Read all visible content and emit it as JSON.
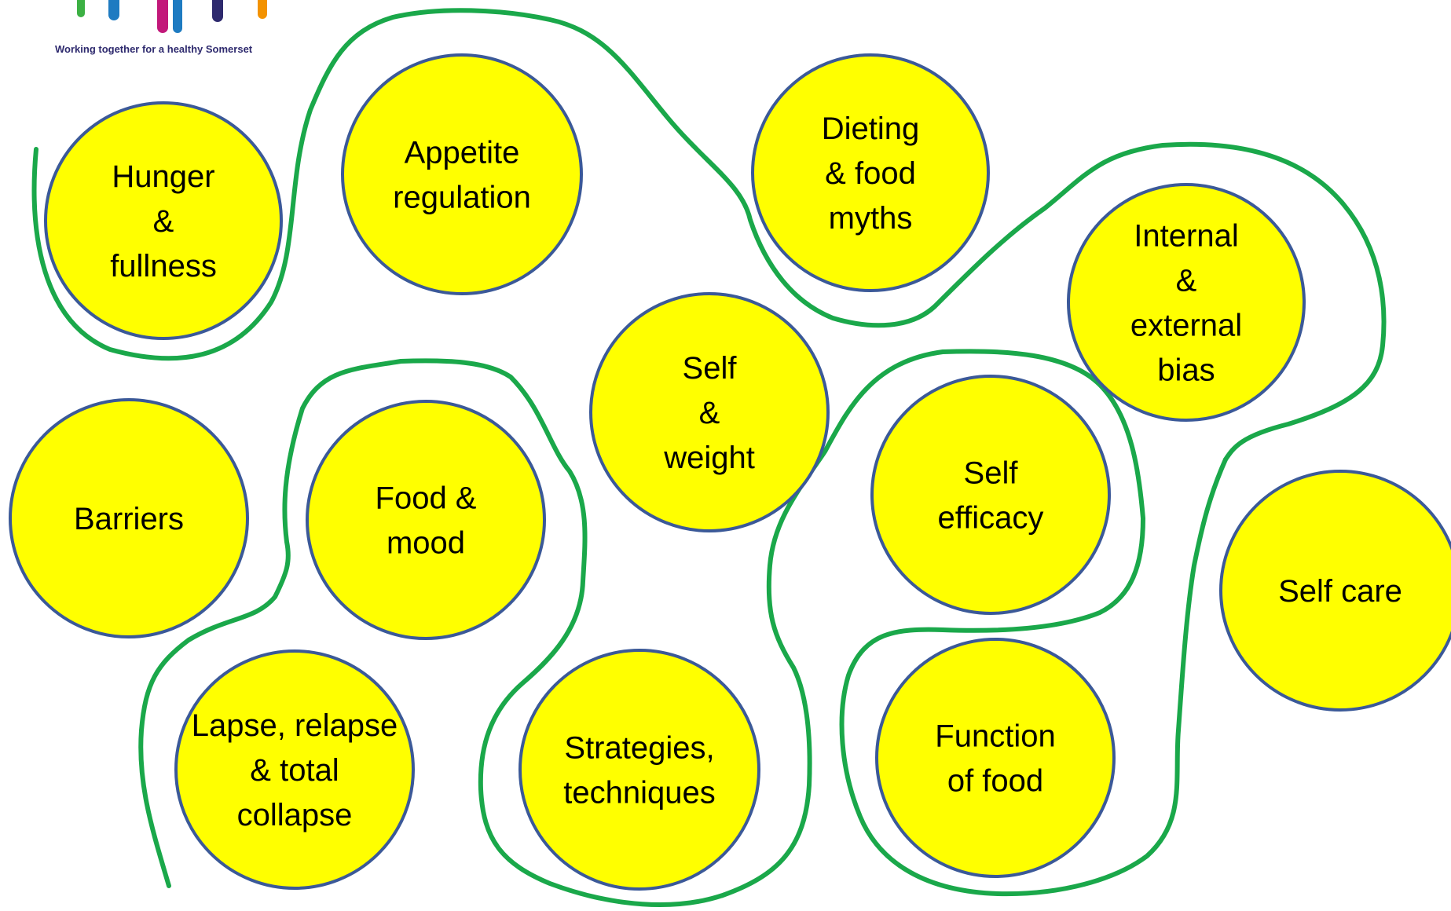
{
  "logo": {
    "tagline": "Working together for a healthy Somerset",
    "bar_colors": [
      "#3cb043",
      "#1e7bc1",
      "#c2187a",
      "#1e7bc1",
      "#2e2a6e",
      "#f39200"
    ]
  },
  "colors": {
    "circle_fill": "#ffff00",
    "circle_stroke": "#3b5998",
    "boundary_line": "#1aa84a"
  },
  "topics": [
    {
      "id": "hunger-fullness",
      "lines": [
        "Hunger",
        "&",
        "fullness"
      ]
    },
    {
      "id": "appetite-regulation",
      "lines": [
        "Appetite",
        "regulation"
      ]
    },
    {
      "id": "dieting-food-myths",
      "lines": [
        "Dieting",
        "& food",
        "myths"
      ]
    },
    {
      "id": "internal-external-bias",
      "lines": [
        "Internal",
        "&",
        "external",
        "bias"
      ]
    },
    {
      "id": "self-weight",
      "lines": [
        "Self",
        "&",
        "weight"
      ]
    },
    {
      "id": "barriers",
      "lines": [
        "Barriers"
      ]
    },
    {
      "id": "food-mood",
      "lines": [
        "Food &",
        "mood"
      ]
    },
    {
      "id": "self-efficacy",
      "lines": [
        "Self",
        "efficacy"
      ]
    },
    {
      "id": "self-care",
      "lines": [
        "Self care"
      ]
    },
    {
      "id": "lapse-relapse-collapse",
      "lines": [
        "Lapse, relapse",
        "& total",
        "collapse"
      ]
    },
    {
      "id": "strategies-techniques",
      "lines": [
        "Strategies,",
        "techniques"
      ]
    },
    {
      "id": "function-of-food",
      "lines": [
        "Function",
        "of food"
      ]
    }
  ]
}
